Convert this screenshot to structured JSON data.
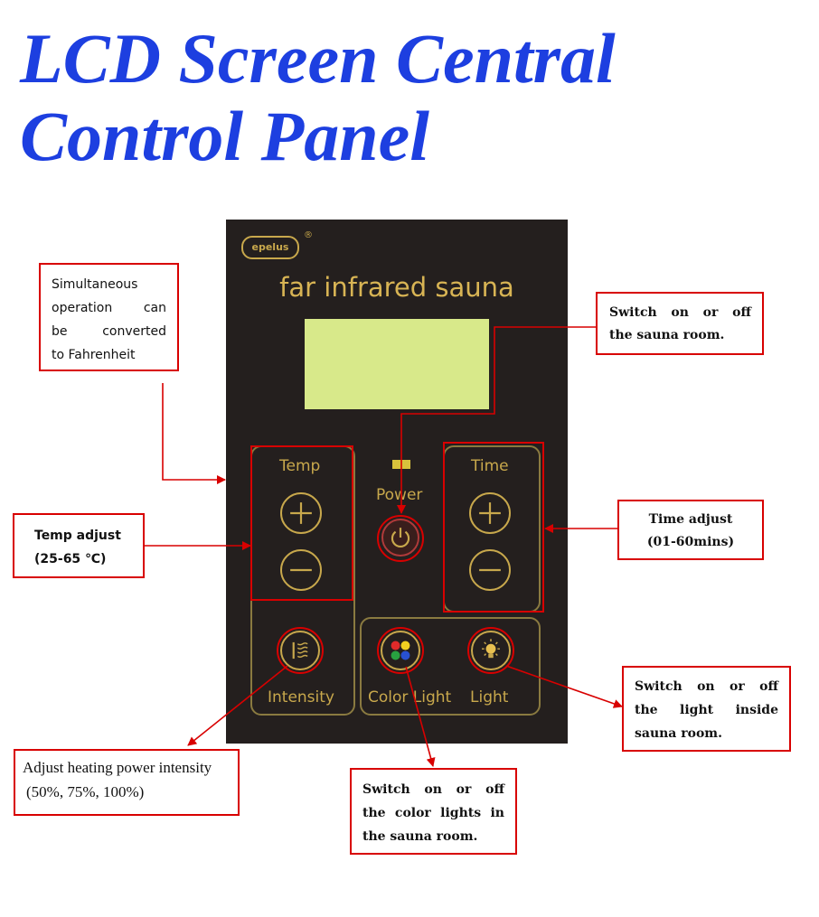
{
  "heading": {
    "line1": "LCD Screen Central",
    "line2": "Control Panel"
  },
  "panel": {
    "logo": "epelus",
    "logo_mark": "®",
    "brand": "far infrared sauna",
    "labels": {
      "temp": "Temp",
      "power": "Power",
      "time": "Time",
      "intensity": "Intensity",
      "color_light": "Color Light",
      "light": "Light"
    }
  },
  "callouts": {
    "fahrenheit": {
      "lines": [
        "Simultaneous",
        "operation can",
        "be converted",
        "to Fahrenheit"
      ]
    },
    "temp_adjust": {
      "lines": [
        "Temp adjust",
        "(25-65 ℃)"
      ]
    },
    "power_switch": {
      "lines": [
        "Switch on or off",
        "the sauna room."
      ]
    },
    "time_adjust": {
      "lines": [
        "Time adjust",
        "(01-60mins)"
      ]
    },
    "light_switch": {
      "lines": [
        "Switch on or off",
        "the light inside",
        "sauna room."
      ]
    },
    "intensity": {
      "lines": [
        "Adjust heating power intensity",
        "(50%, 75%, 100%)"
      ]
    },
    "color_light": {
      "lines": [
        "Switch on or off",
        "the color lights in",
        "the sauna room."
      ]
    }
  },
  "colors": {
    "heading": "#1d3fe0",
    "annotation": "#d80000",
    "panel_bg": "#241f1e",
    "panel_gold": "#c8a84c",
    "lcd": "#d8e98a"
  }
}
